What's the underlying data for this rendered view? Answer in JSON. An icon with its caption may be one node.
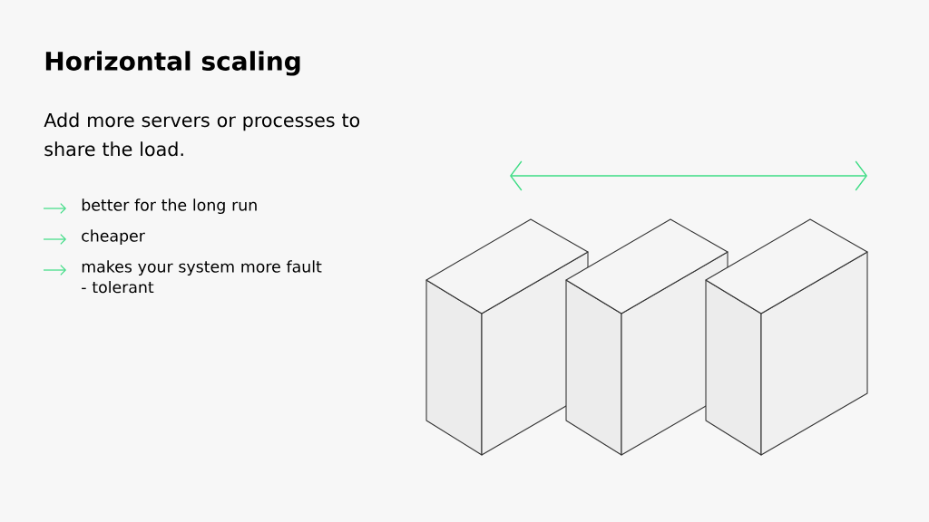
{
  "diagram": {
    "title": "Horizontal scaling",
    "labels": [
      "Add more servers or processes to share the load.",
      "better for the long run",
      "cheaper",
      "makes your system more fault - tolerant"
    ]
  }
}
